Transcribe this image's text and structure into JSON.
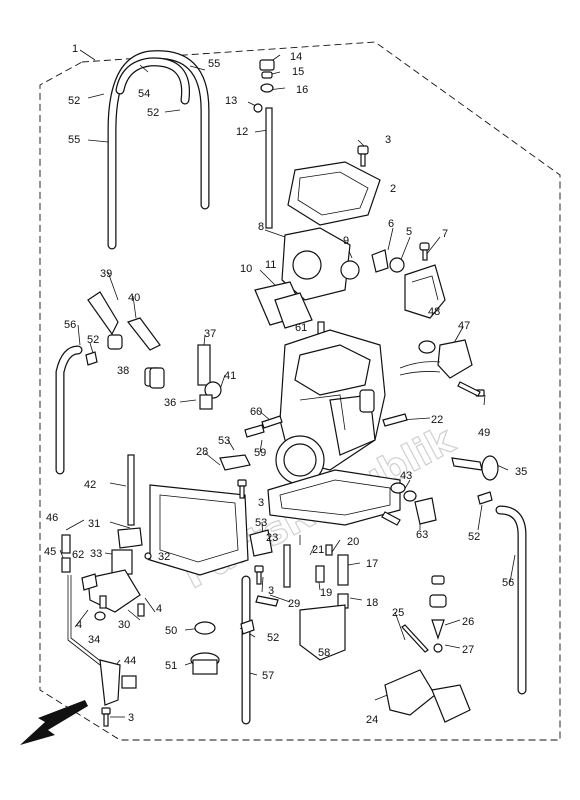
{
  "watermark": "PartsRepublik",
  "labels": [
    "1",
    "2",
    "3",
    "4",
    "5",
    "6",
    "7",
    "8",
    "9",
    "10",
    "11",
    "12",
    "13",
    "14",
    "15",
    "16",
    "17",
    "18",
    "19",
    "20",
    "21",
    "22",
    "23",
    "24",
    "25",
    "26",
    "27",
    "28",
    "29",
    "30",
    "31",
    "32",
    "33",
    "34",
    "35",
    "36",
    "37",
    "38",
    "39",
    "40",
    "41",
    "42",
    "43",
    "44",
    "45",
    "46",
    "47",
    "48",
    "49",
    "50",
    "51",
    "52",
    "53",
    "54",
    "55",
    "56",
    "57",
    "58",
    "59",
    "60",
    "61",
    "62",
    "63"
  ],
  "icons": {
    "front_arrow": "front-direction-arrow-icon"
  }
}
